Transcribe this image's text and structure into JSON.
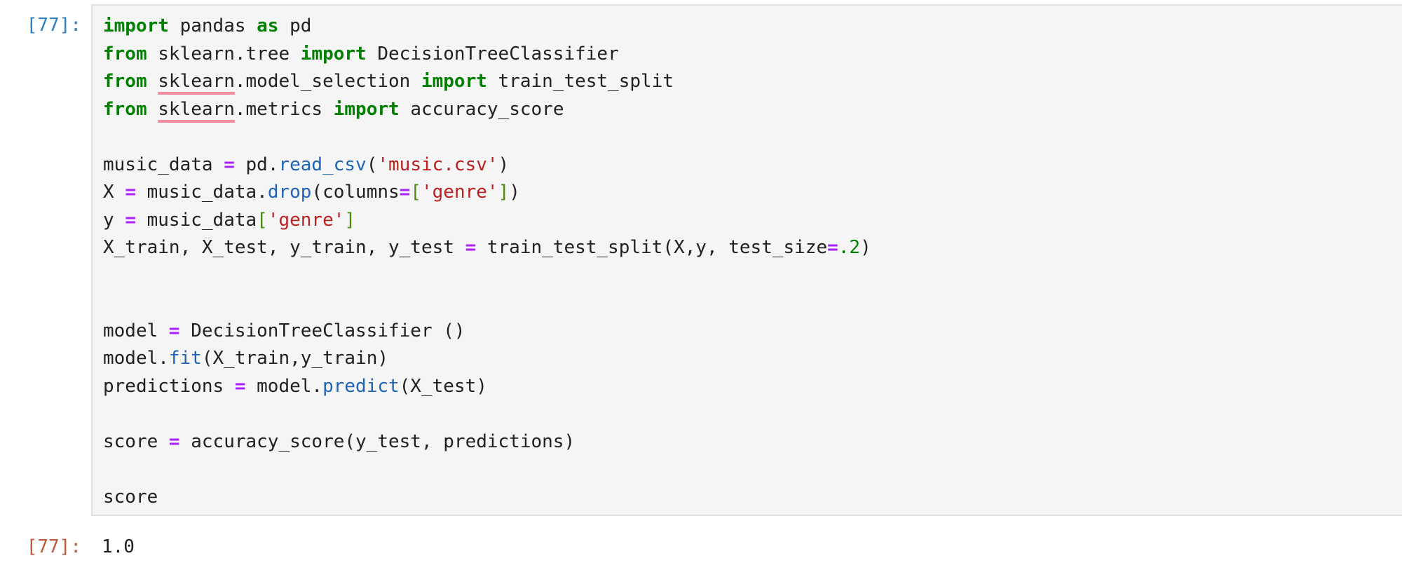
{
  "cell": {
    "input_prompt": "[77]:",
    "output_prompt": "[77]:",
    "output_value": "1.0"
  },
  "code": {
    "l1": {
      "t1": "import",
      "t2": " pandas ",
      "t3": "as",
      "t4": " pd"
    },
    "l2": {
      "t1": "from",
      "t2": " sklearn.tree ",
      "t3": "import",
      "t4": " DecisionTreeClassifier"
    },
    "l3": {
      "t1": "from",
      "t2": " ",
      "t3": "sklearn",
      "t4": ".model_selection ",
      "t5": "import",
      "t6": " train_test_split"
    },
    "l4": {
      "t1": "from",
      "t2": " ",
      "t3": "sklearn",
      "t4": ".metrics ",
      "t5": "import",
      "t6": " accuracy_score"
    },
    "l6": {
      "t1": "music_data ",
      "t2": "=",
      "t3": " pd.",
      "t4": "read_csv",
      "t5": "(",
      "t6": "'music.csv'",
      "t7": ")"
    },
    "l7": {
      "t1": "X ",
      "t2": "=",
      "t3": " music_data.",
      "t4": "drop",
      "t5": "(columns",
      "t6": "=",
      "t7": "[",
      "t8": "'genre'",
      "t9": "]",
      "t10": ")"
    },
    "l8": {
      "t1": "y ",
      "t2": "=",
      "t3": " music_data",
      "t4": "[",
      "t5": "'genre'",
      "t6": "]"
    },
    "l9": {
      "t1": "X_train, X_test, y_train, y_test ",
      "t2": "=",
      "t3": " train_test_split(X,y, test_size",
      "t4": "=",
      "t5": ".2",
      "t6": ")"
    },
    "l12": {
      "t1": "model ",
      "t2": "=",
      "t3": " DecisionTreeClassifier ()"
    },
    "l13": {
      "t1": "model.",
      "t2": "fit",
      "t3": "(X_train,y_train)"
    },
    "l14": {
      "t1": "predictions ",
      "t2": "=",
      "t3": " model.",
      "t4": "predict",
      "t5": "(X_test)"
    },
    "l16": {
      "t1": "score ",
      "t2": "=",
      "t3": " accuracy_score(y_test, predictions)"
    },
    "l18": {
      "t1": "score"
    }
  }
}
